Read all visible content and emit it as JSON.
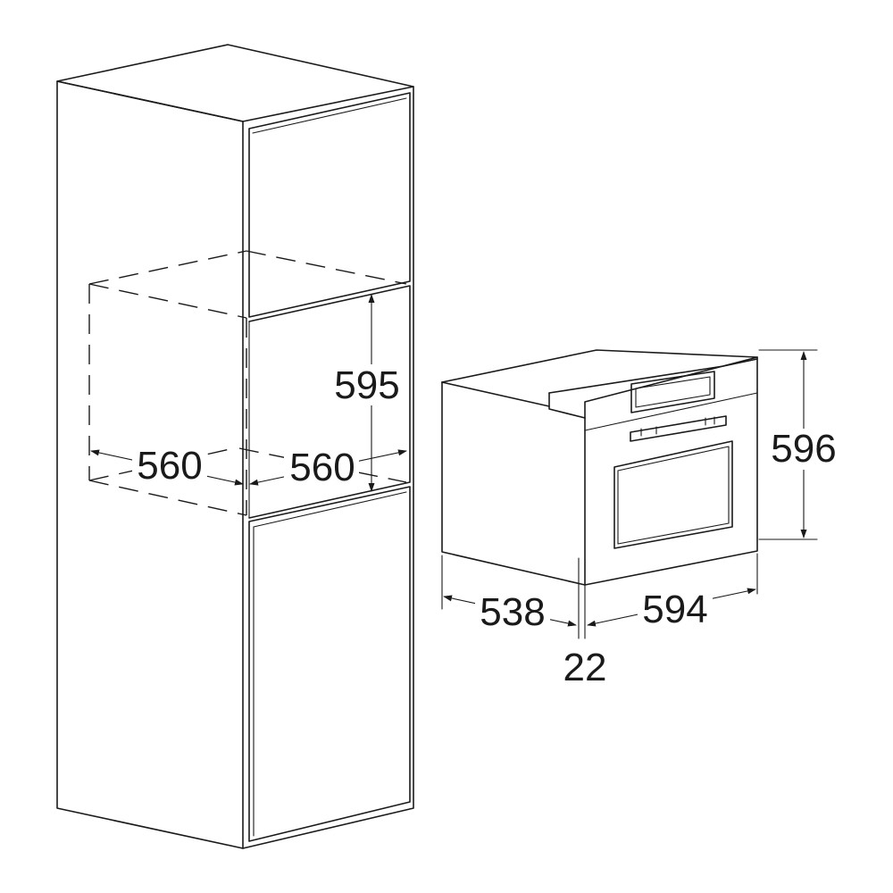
{
  "dimensions": {
    "cabinet_width_left": "560",
    "cabinet_width_right": "560",
    "cabinet_niche_height": "595",
    "oven_height": "596",
    "oven_depth": "538",
    "oven_width": "594",
    "oven_front_offset": "22"
  }
}
